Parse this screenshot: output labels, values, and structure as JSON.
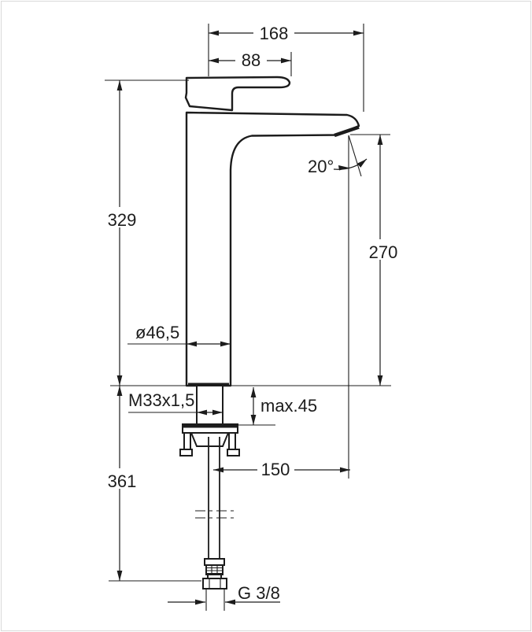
{
  "drawing": {
    "type": "technical-dimension-drawing",
    "subject": "tall single-lever basin mixer tap, side elevation with below-deck installation detail",
    "line_color": "#1c1c1c",
    "background": "#ffffff",
    "dimensions": {
      "spout_reach_overall": "168",
      "lever_length": "88",
      "body_height": "329",
      "spout_outlet_height": "270",
      "spout_angle": "20°",
      "body_diameter": "ø46,5",
      "mounting_thread": "M33x1,5",
      "max_deck_thickness": "max.45",
      "outlet_projection": "150",
      "below_deck_length": "361",
      "supply_connection": "G 3/8"
    }
  }
}
